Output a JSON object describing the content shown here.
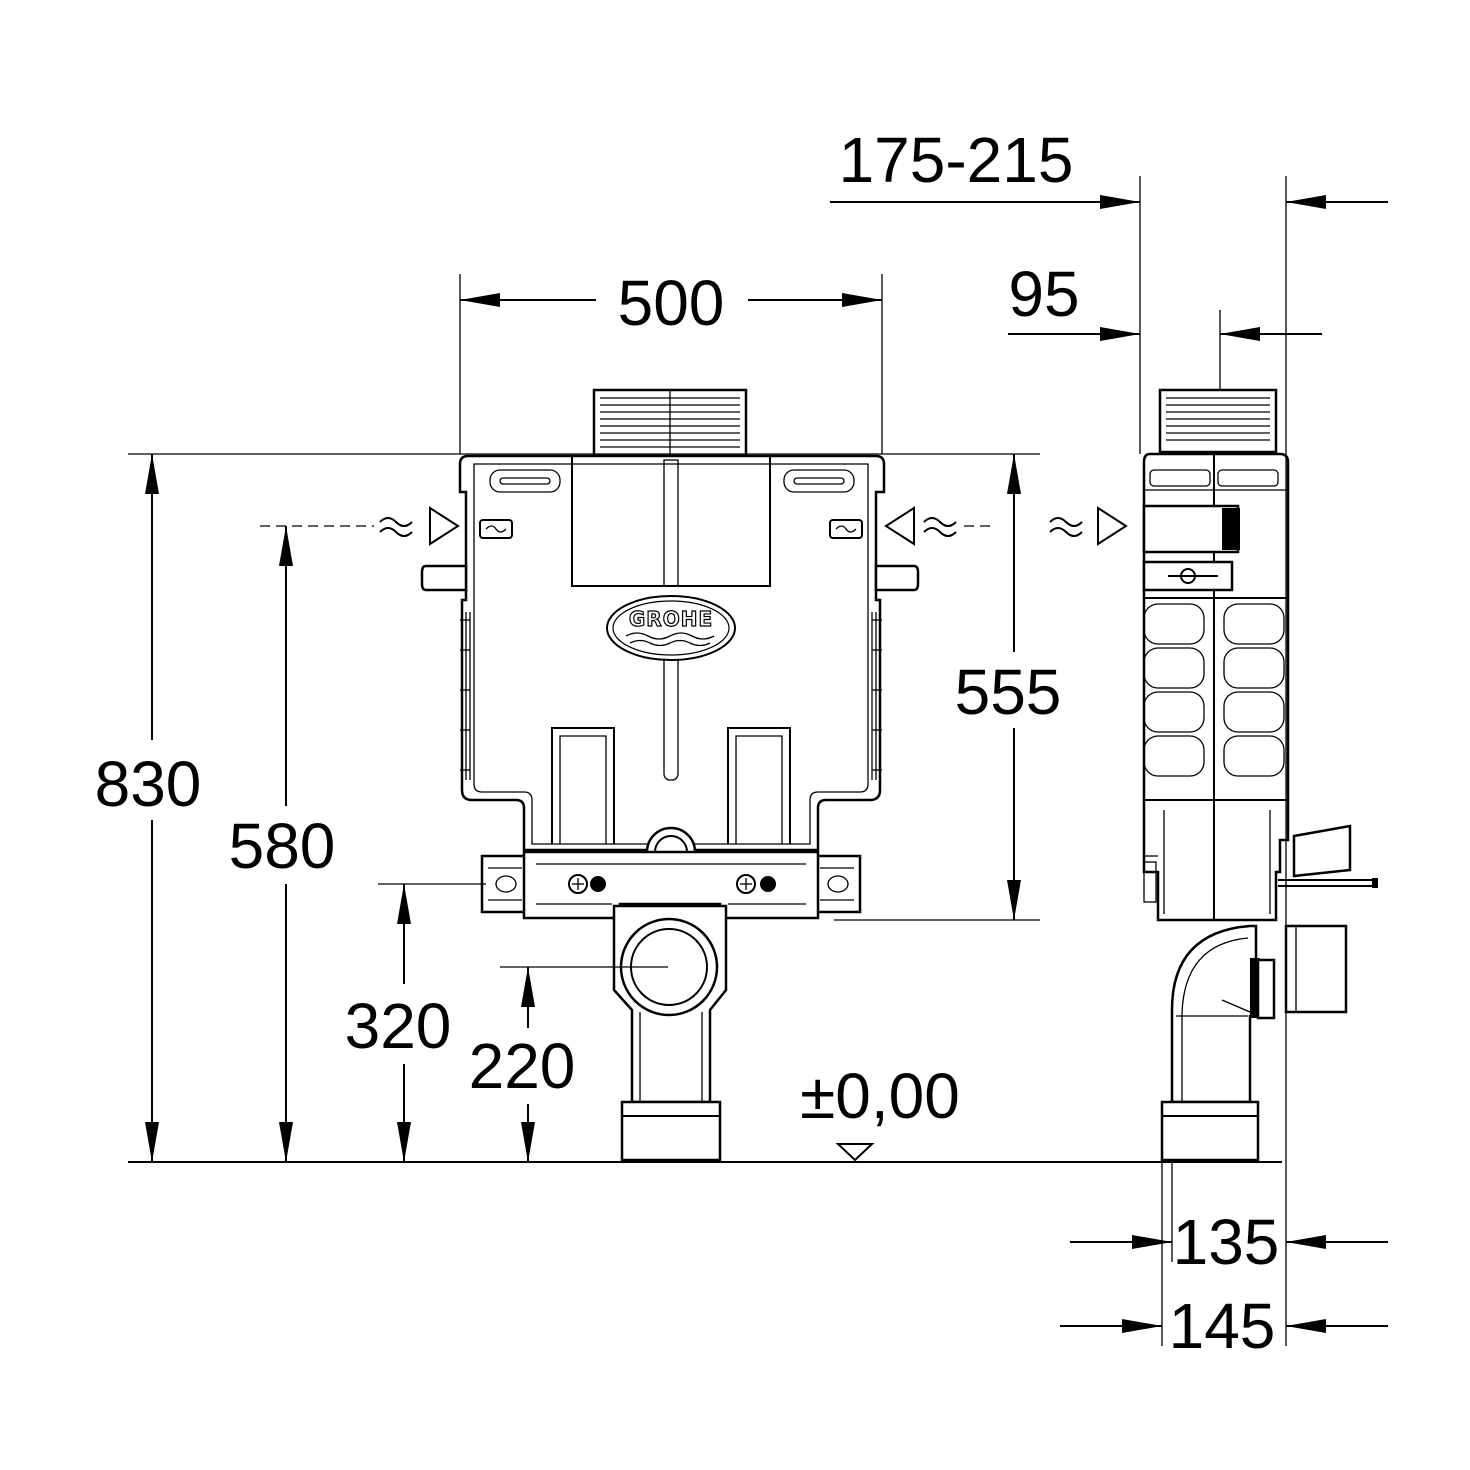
{
  "dimensions": {
    "width_front": "500",
    "total_height": "830",
    "inlet_height": "580",
    "frame_to_bracket": "555",
    "bracket_height": "320",
    "drain_height": "220",
    "floor_level": "±0,00",
    "depth_adjustable": "175-215",
    "flush_pipe_offset": "95",
    "depth_135": "135",
    "depth_145": "145"
  },
  "brand": {
    "logo_text": "GROHE"
  }
}
